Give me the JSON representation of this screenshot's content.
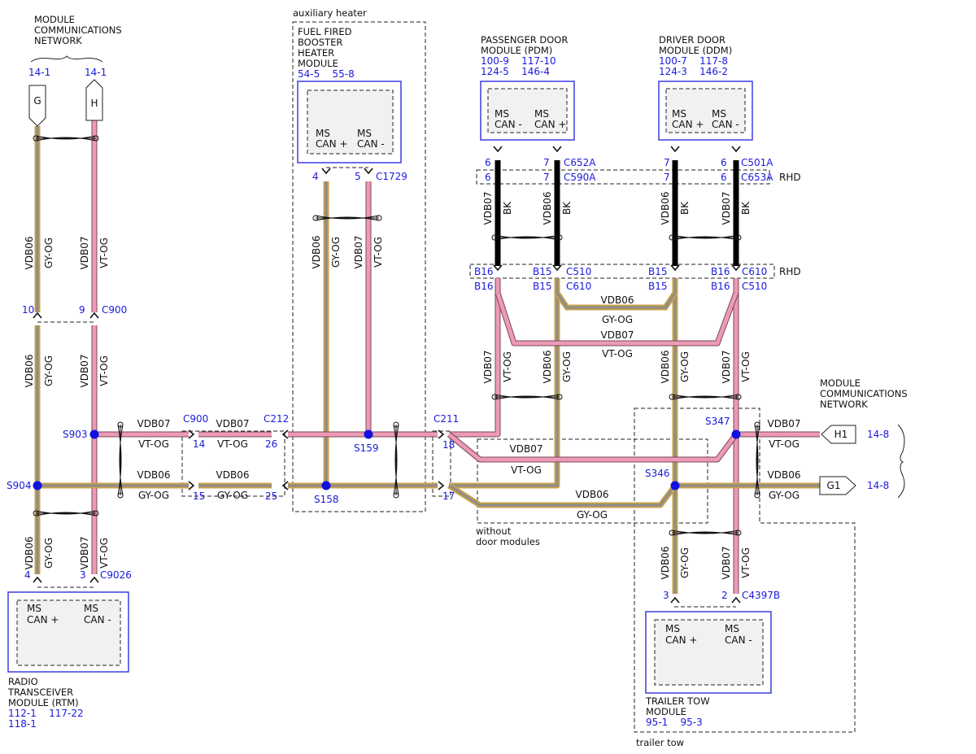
{
  "colors": {
    "pink": "#ec9ab6",
    "gray": "#8c8c8c",
    "orange": "#c8a24a",
    "blue_text": "#1a1adc",
    "module_border": "#3d3de0",
    "module_fill": "#f1f1f1",
    "splice": "#1010e0",
    "twist_black": "#000000"
  },
  "network_top_left": {
    "title": [
      "MODULE",
      "COMMUNICATIONS",
      "NETWORK"
    ],
    "ref_g": "14-1",
    "ref_h": "14-1",
    "pin_g": "G",
    "pin_h": "H"
  },
  "network_right": {
    "title": [
      "MODULE",
      "COMMUNICATIONS",
      "NETWORK"
    ],
    "pin_h1": "H1",
    "pin_g1": "G1",
    "ref_h1": "14-8",
    "ref_g1": "14-8"
  },
  "aux_heater": {
    "group_label": "auxiliary heater",
    "module_name": [
      "FUEL FIRED",
      "BOOSTER",
      "HEATER",
      "MODULE"
    ],
    "refs": "54-5    55-8",
    "pin1_label": [
      "MS",
      "CAN +"
    ],
    "pin2_label": [
      "MS",
      "CAN -"
    ],
    "pin1": "4",
    "pin2": "5",
    "connector": "C1729"
  },
  "pdm": {
    "module_name": [
      "PASSENGER DOOR",
      "MODULE (PDM)"
    ],
    "refs": [
      "100-9    117-10",
      "124-5    146-4"
    ],
    "pin1_label": [
      "MS",
      "CAN -"
    ],
    "pin2_label": [
      "MS",
      "CAN +"
    ],
    "pin1": "6",
    "pin2": "7",
    "connector": "C652A",
    "rhd_pin1": "6",
    "rhd_pin2": "7",
    "rhd_connector": "C590A"
  },
  "ddm": {
    "module_name": [
      "DRIVER DOOR",
      "MODULE (DDM)"
    ],
    "refs": [
      "100-7    117-8",
      "124-3    146-2"
    ],
    "pin1_label": [
      "MS",
      "CAN +"
    ],
    "pin2_label": [
      "MS",
      "CAN -"
    ],
    "pin1": "7",
    "pin2": "6",
    "connector": "C501A",
    "rhd_pin1": "7",
    "rhd_pin2": "6",
    "rhd_connector": "C653A"
  },
  "rhd_label": "RHD",
  "door_lower": {
    "pin_b16": "B16",
    "pin_b15": "B15",
    "conn_c510": "C510",
    "conn_c610": "C610",
    "rhd_label": "RHD"
  },
  "radio": {
    "module_name": [
      "RADIO",
      "TRANSCEIVER",
      "MODULE (RTM)"
    ],
    "refs": [
      "112-1    117-22",
      "118-1"
    ],
    "pin1_label": [
      "MS",
      "CAN +"
    ],
    "pin2_label": [
      "MS",
      "CAN -"
    ],
    "pin1": "4",
    "pin2": "3",
    "connector": "C9026"
  },
  "trailer": {
    "module_name": [
      "TRAILER TOW",
      "MODULE"
    ],
    "refs": "95-1    95-3",
    "group_label": "trailer tow",
    "pin1_label": [
      "MS",
      "CAN +"
    ],
    "pin2_label": [
      "MS",
      "CAN -"
    ],
    "pin1": "3",
    "pin2": "2",
    "connector": "C4397B"
  },
  "without_door": [
    "without",
    "door modules"
  ],
  "connectors": {
    "c900_top": {
      "name": "C900",
      "pin_left": "10",
      "pin_right": "9"
    },
    "c900_mid": {
      "name": "C900",
      "pin_top": "14",
      "pin_bottom": "15"
    },
    "c212": {
      "name": "C212",
      "pin_top": "26",
      "pin_bottom": "25"
    },
    "c211": {
      "name": "C211",
      "pin_top": "18",
      "pin_bottom": "17"
    }
  },
  "splices": {
    "s903": "S903",
    "s904": "S904",
    "s159": "S159",
    "s158": "S158",
    "s347": "S347",
    "s346": "S346"
  },
  "wires": {
    "vdb06": "VDB06",
    "vdb07": "VDB07",
    "gy_og": "GY-OG",
    "vt_og": "VT-OG",
    "bk": "BK"
  }
}
